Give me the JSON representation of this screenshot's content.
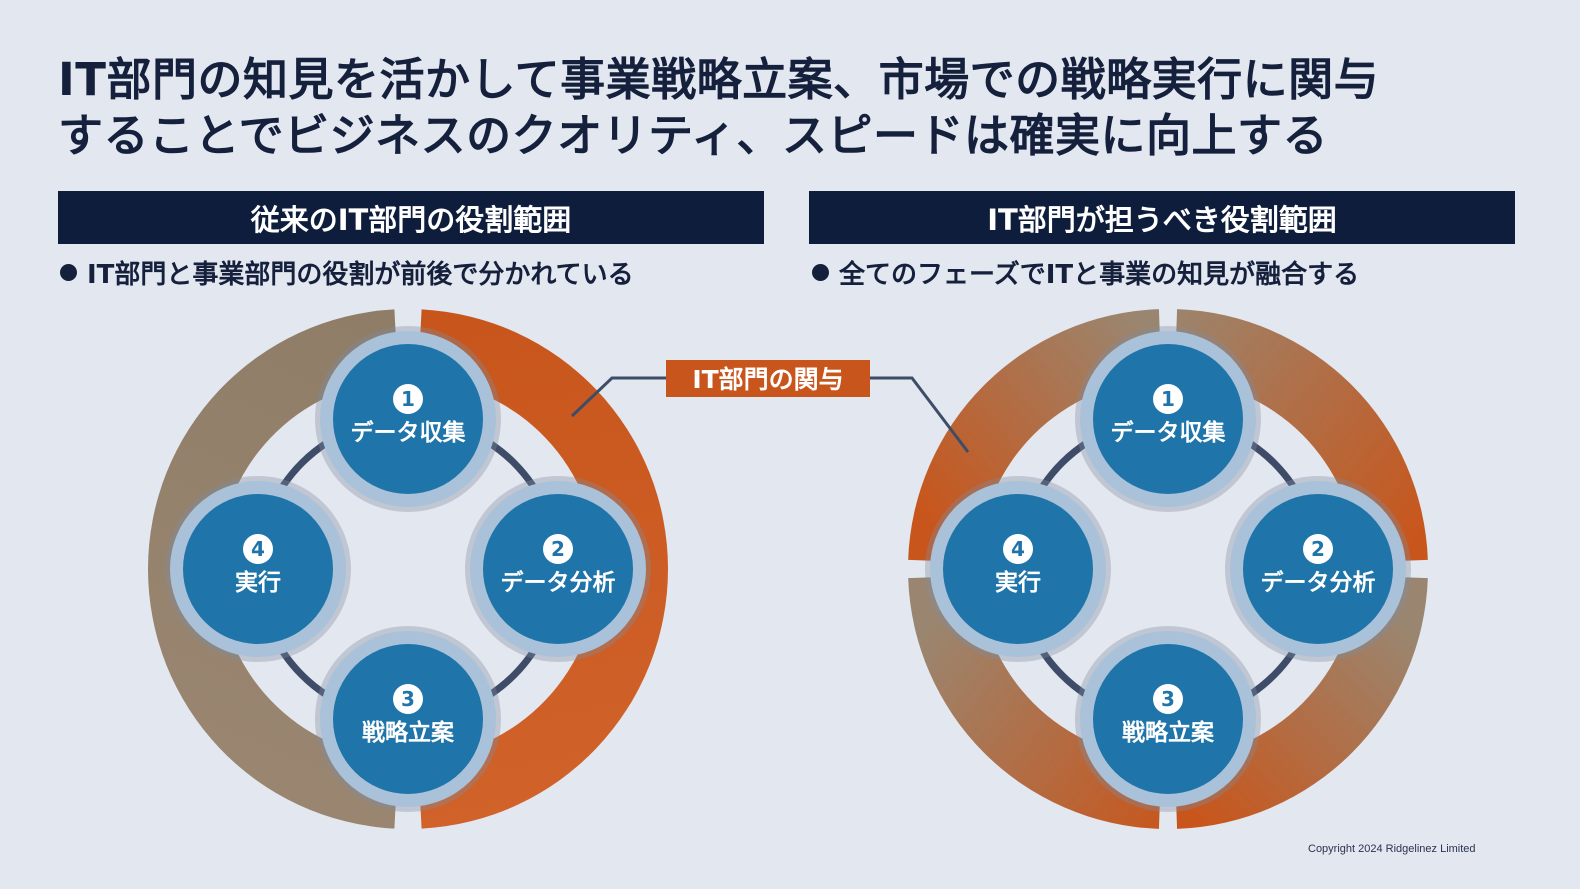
{
  "headline": {
    "line1": "IT部門の知見を活かして事業戦略立案、市場での戦略実行に関与",
    "line2": "することでビジネスのクオリティ、スピードは確実に向上する"
  },
  "left_panel": {
    "title": "従来のIT部門の役割範囲",
    "bullet": "IT部門と事業部門の役割が前後で分かれている"
  },
  "right_panel": {
    "title": "IT部門が担うべき役割範囲",
    "bullet": "全てのフェーズでITと事業の知見が融合する"
  },
  "callout": "IT部門の関与",
  "phases": [
    {
      "number": "1",
      "label": "データ収集"
    },
    {
      "number": "2",
      "label": "データ分析"
    },
    {
      "number": "3",
      "label": "戦略立案"
    },
    {
      "number": "4",
      "label": "実行"
    }
  ],
  "colors": {
    "background": "#e3e7ef",
    "navy": "#0f1d3d",
    "it_orange": "#c8561c",
    "business_tan": "#9a8670",
    "phase_blue": "#1f74a9",
    "phase_halo": "#a9c1d9",
    "cycle_arrow": "#3e4c67"
  },
  "copyright": "Copyright  2024 Ridgelinez  Limited"
}
